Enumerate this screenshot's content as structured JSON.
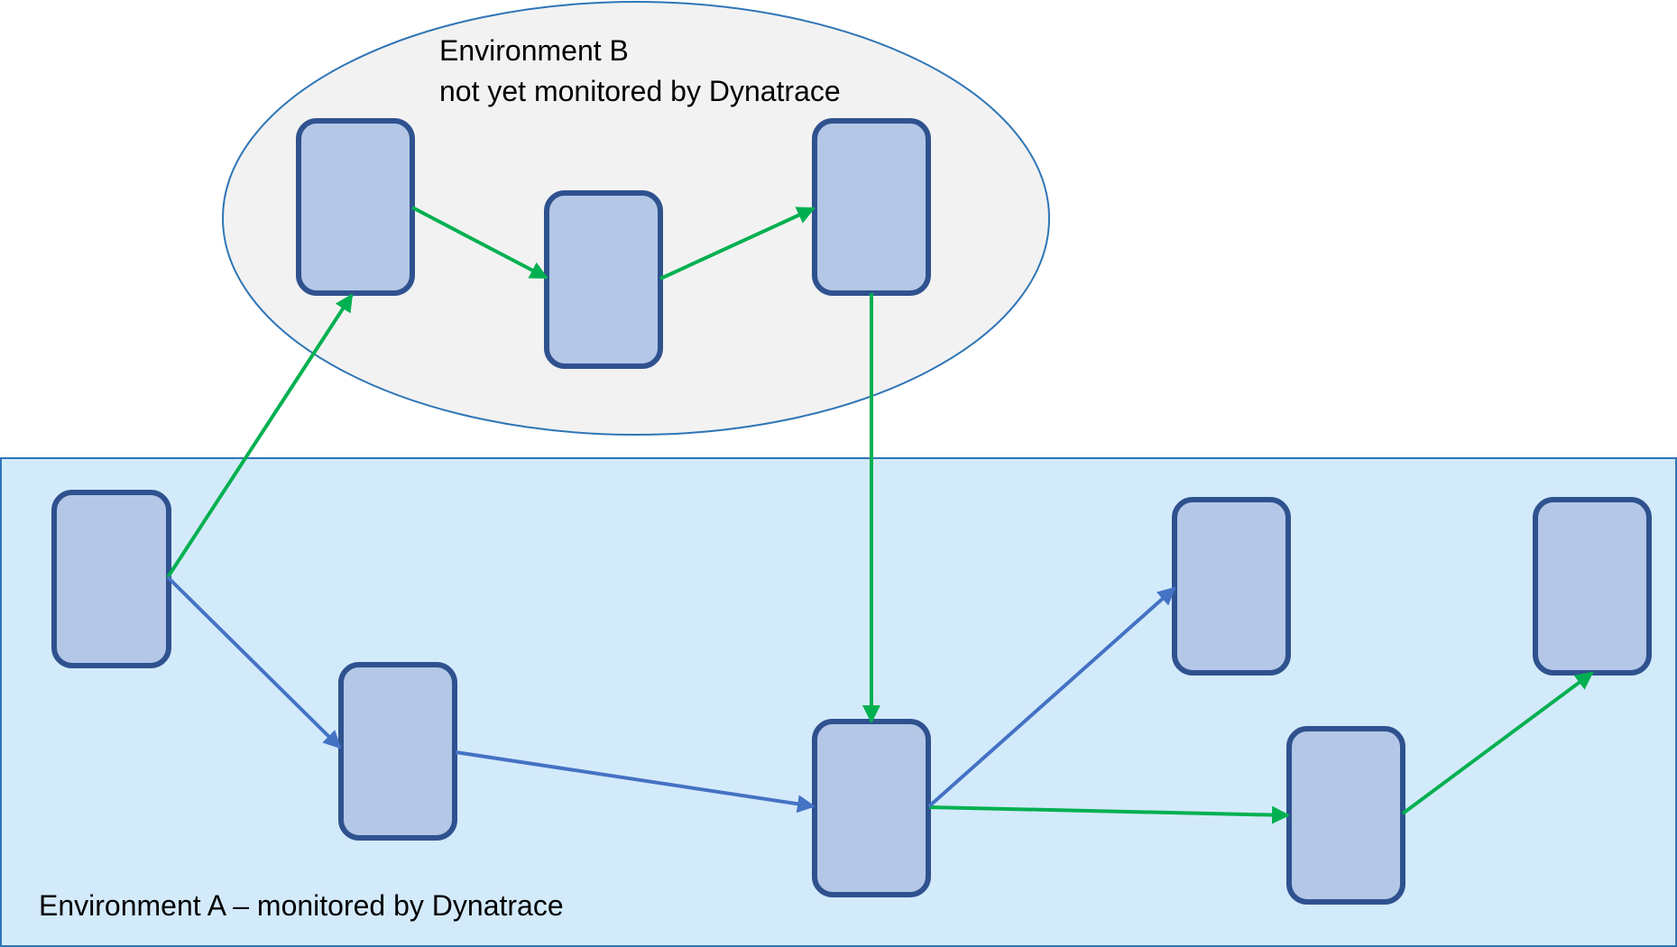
{
  "environment_a": {
    "label": "Environment A – monitored by Dynatrace",
    "fill": "#d3eafb",
    "stroke": "#2e75b6"
  },
  "environment_b": {
    "label_line1": "Environment B",
    "label_line2": "not yet monitored by Dynatrace",
    "fill": "#f2f2f2",
    "stroke": "#2e75b6"
  },
  "node_style": {
    "fill": "#b4c7e7",
    "stroke": "#2f528f"
  },
  "edge_colors": {
    "green": "#00b050",
    "blue": "#4472c4"
  }
}
